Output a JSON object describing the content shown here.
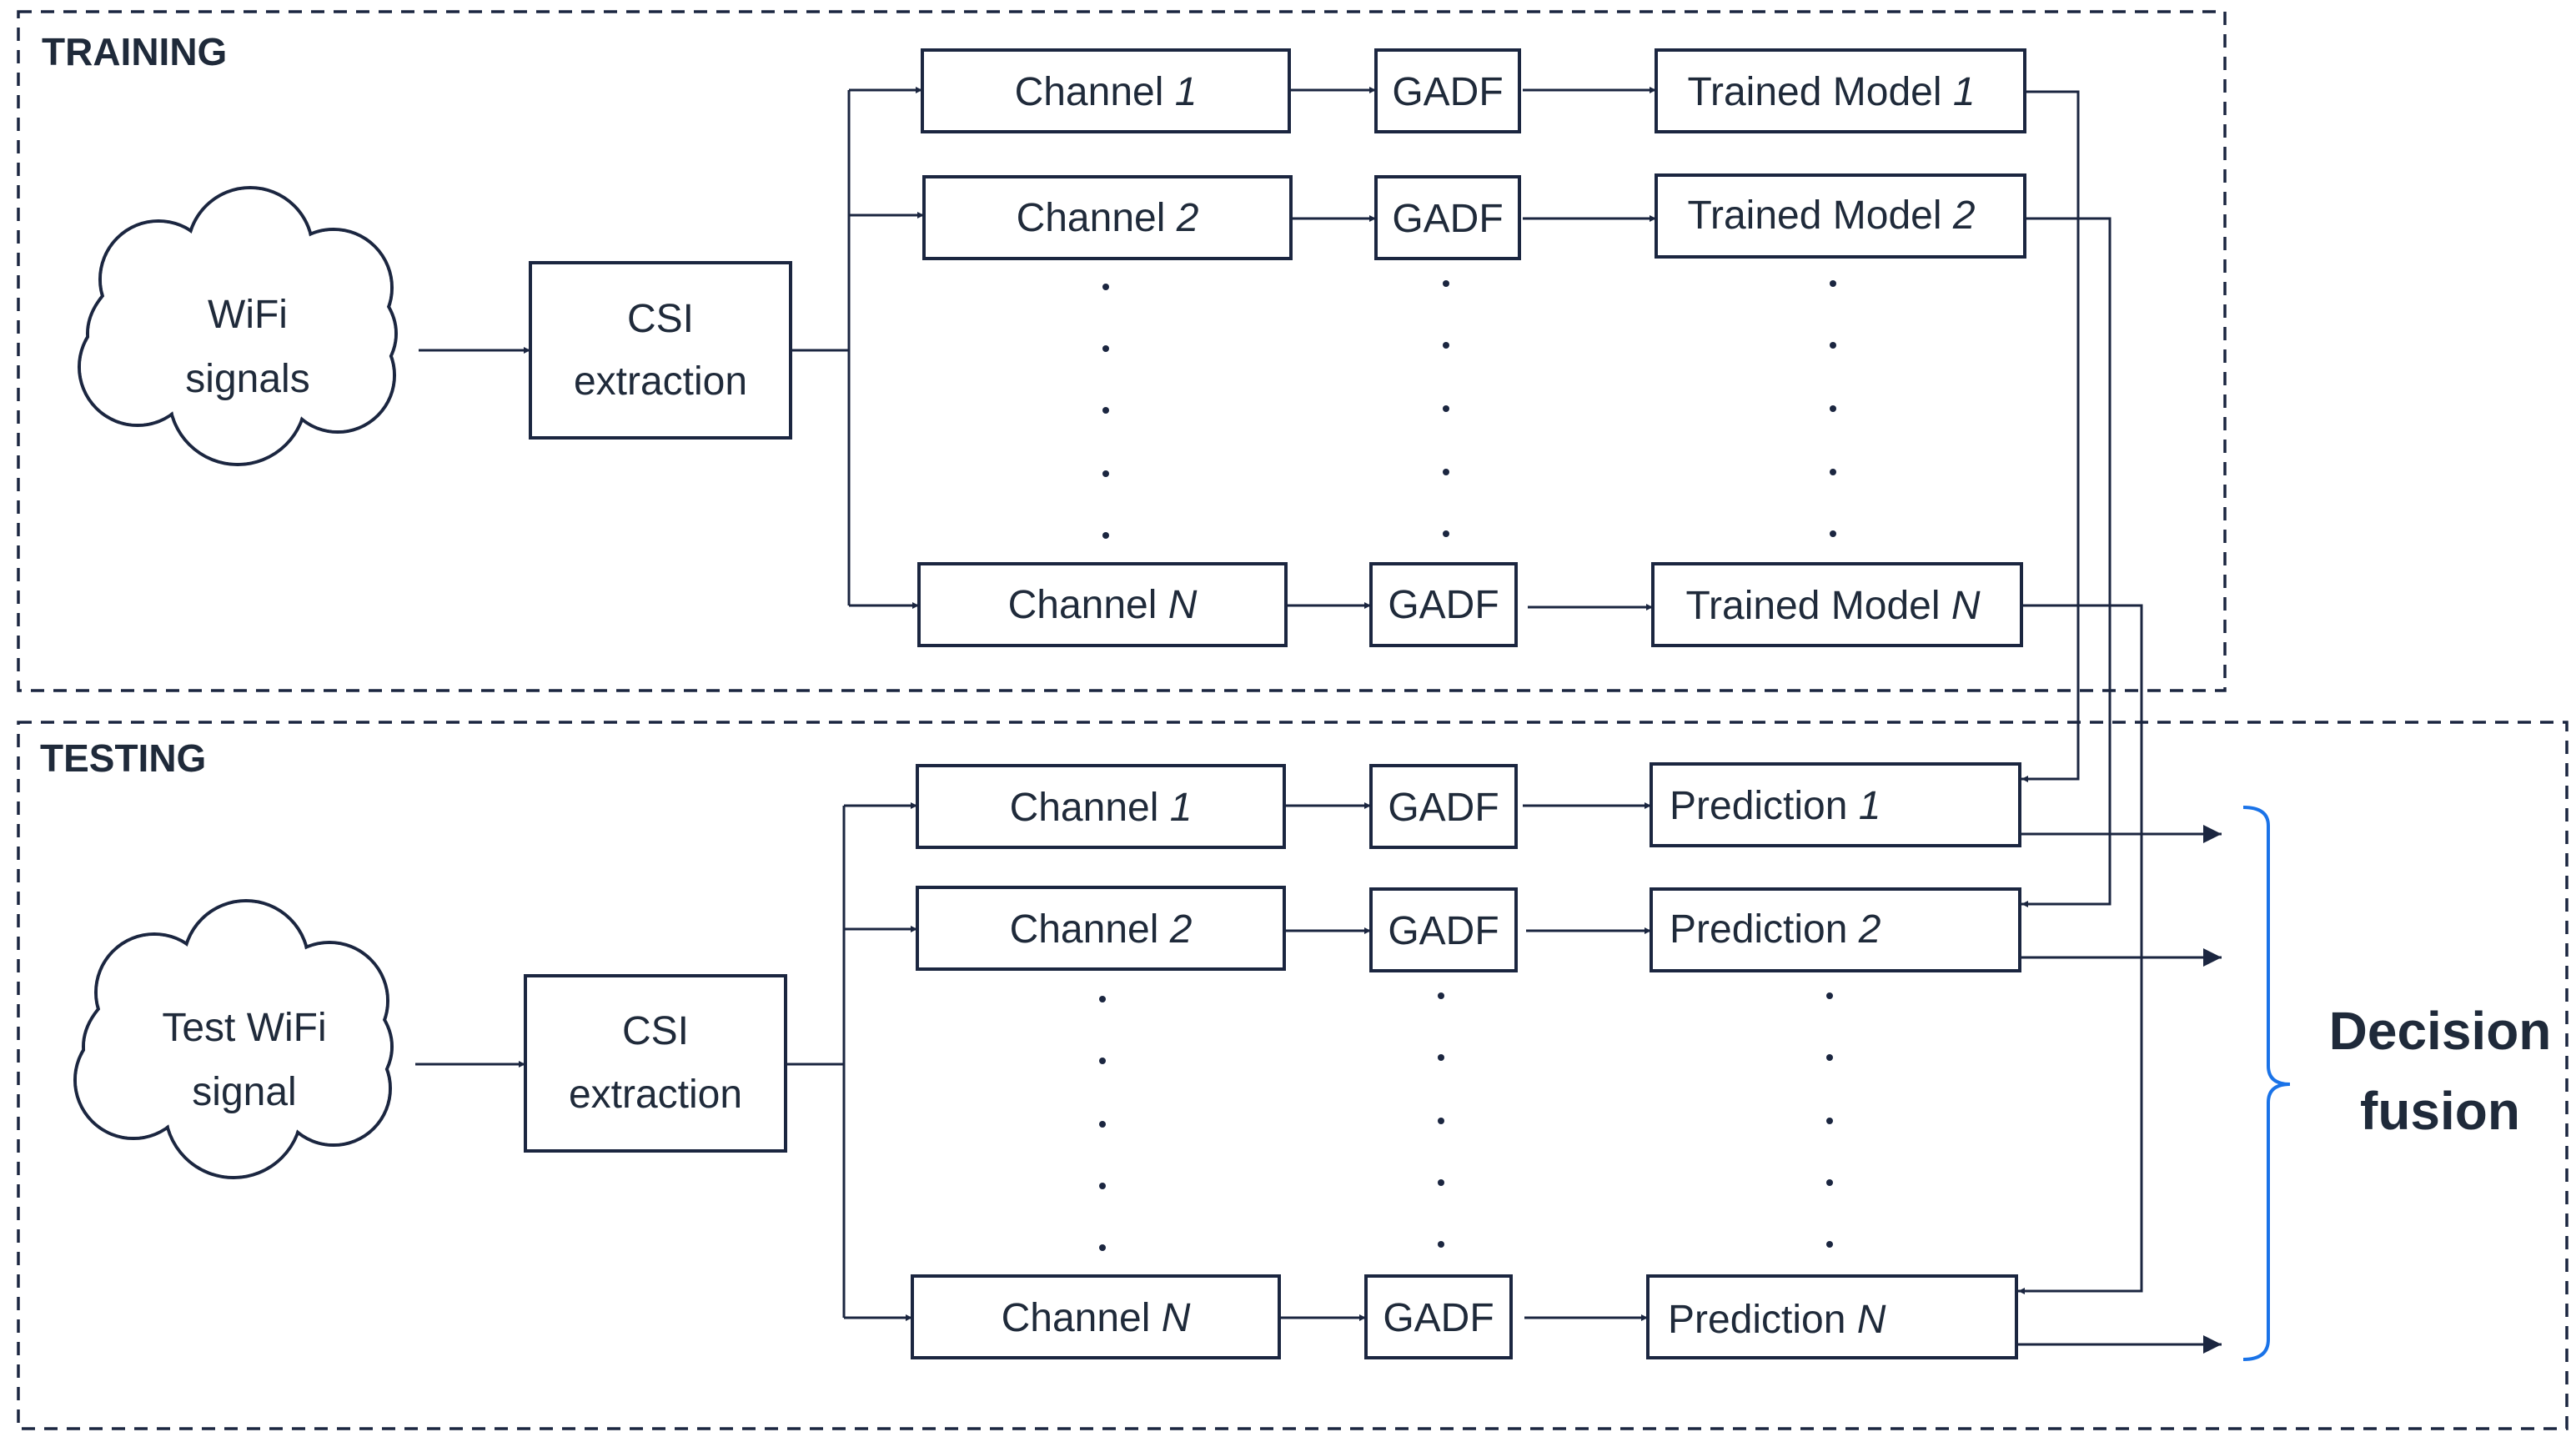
{
  "sections": {
    "training_label": "TRAINING",
    "testing_label": "TESTING"
  },
  "training": {
    "source_line1": "WiFi",
    "source_line2": "signals",
    "extraction_line1": "CSI",
    "extraction_line2": "extraction",
    "rows": [
      {
        "channel": "Channel",
        "channel_idx": "1",
        "transform": "GADF",
        "model": "Trained Model",
        "model_idx": "1"
      },
      {
        "channel": "Channel",
        "channel_idx": "2",
        "transform": "GADF",
        "model": "Trained Model",
        "model_idx": "2"
      },
      {
        "channel": "Channel",
        "channel_idx": "N",
        "transform": "GADF",
        "model": "Trained Model",
        "model_idx": "N"
      }
    ]
  },
  "testing": {
    "source_line1": "Test WiFi",
    "source_line2": "signal",
    "extraction_line1": "CSI",
    "extraction_line2": "extraction",
    "rows": [
      {
        "channel": "Channel",
        "channel_idx": "1",
        "transform": "GADF",
        "pred": "Prediction",
        "pred_idx": "1"
      },
      {
        "channel": "Channel",
        "channel_idx": "2",
        "transform": "GADF",
        "pred": "Prediction",
        "pred_idx": "2"
      },
      {
        "channel": "Channel",
        "channel_idx": "N",
        "transform": "GADF",
        "pred": "Prediction",
        "pred_idx": "N"
      }
    ]
  },
  "fusion": {
    "line1": "Decision",
    "line2": "fusion"
  },
  "colors": {
    "line": "#1b2640",
    "brace": "#1a73e8"
  }
}
